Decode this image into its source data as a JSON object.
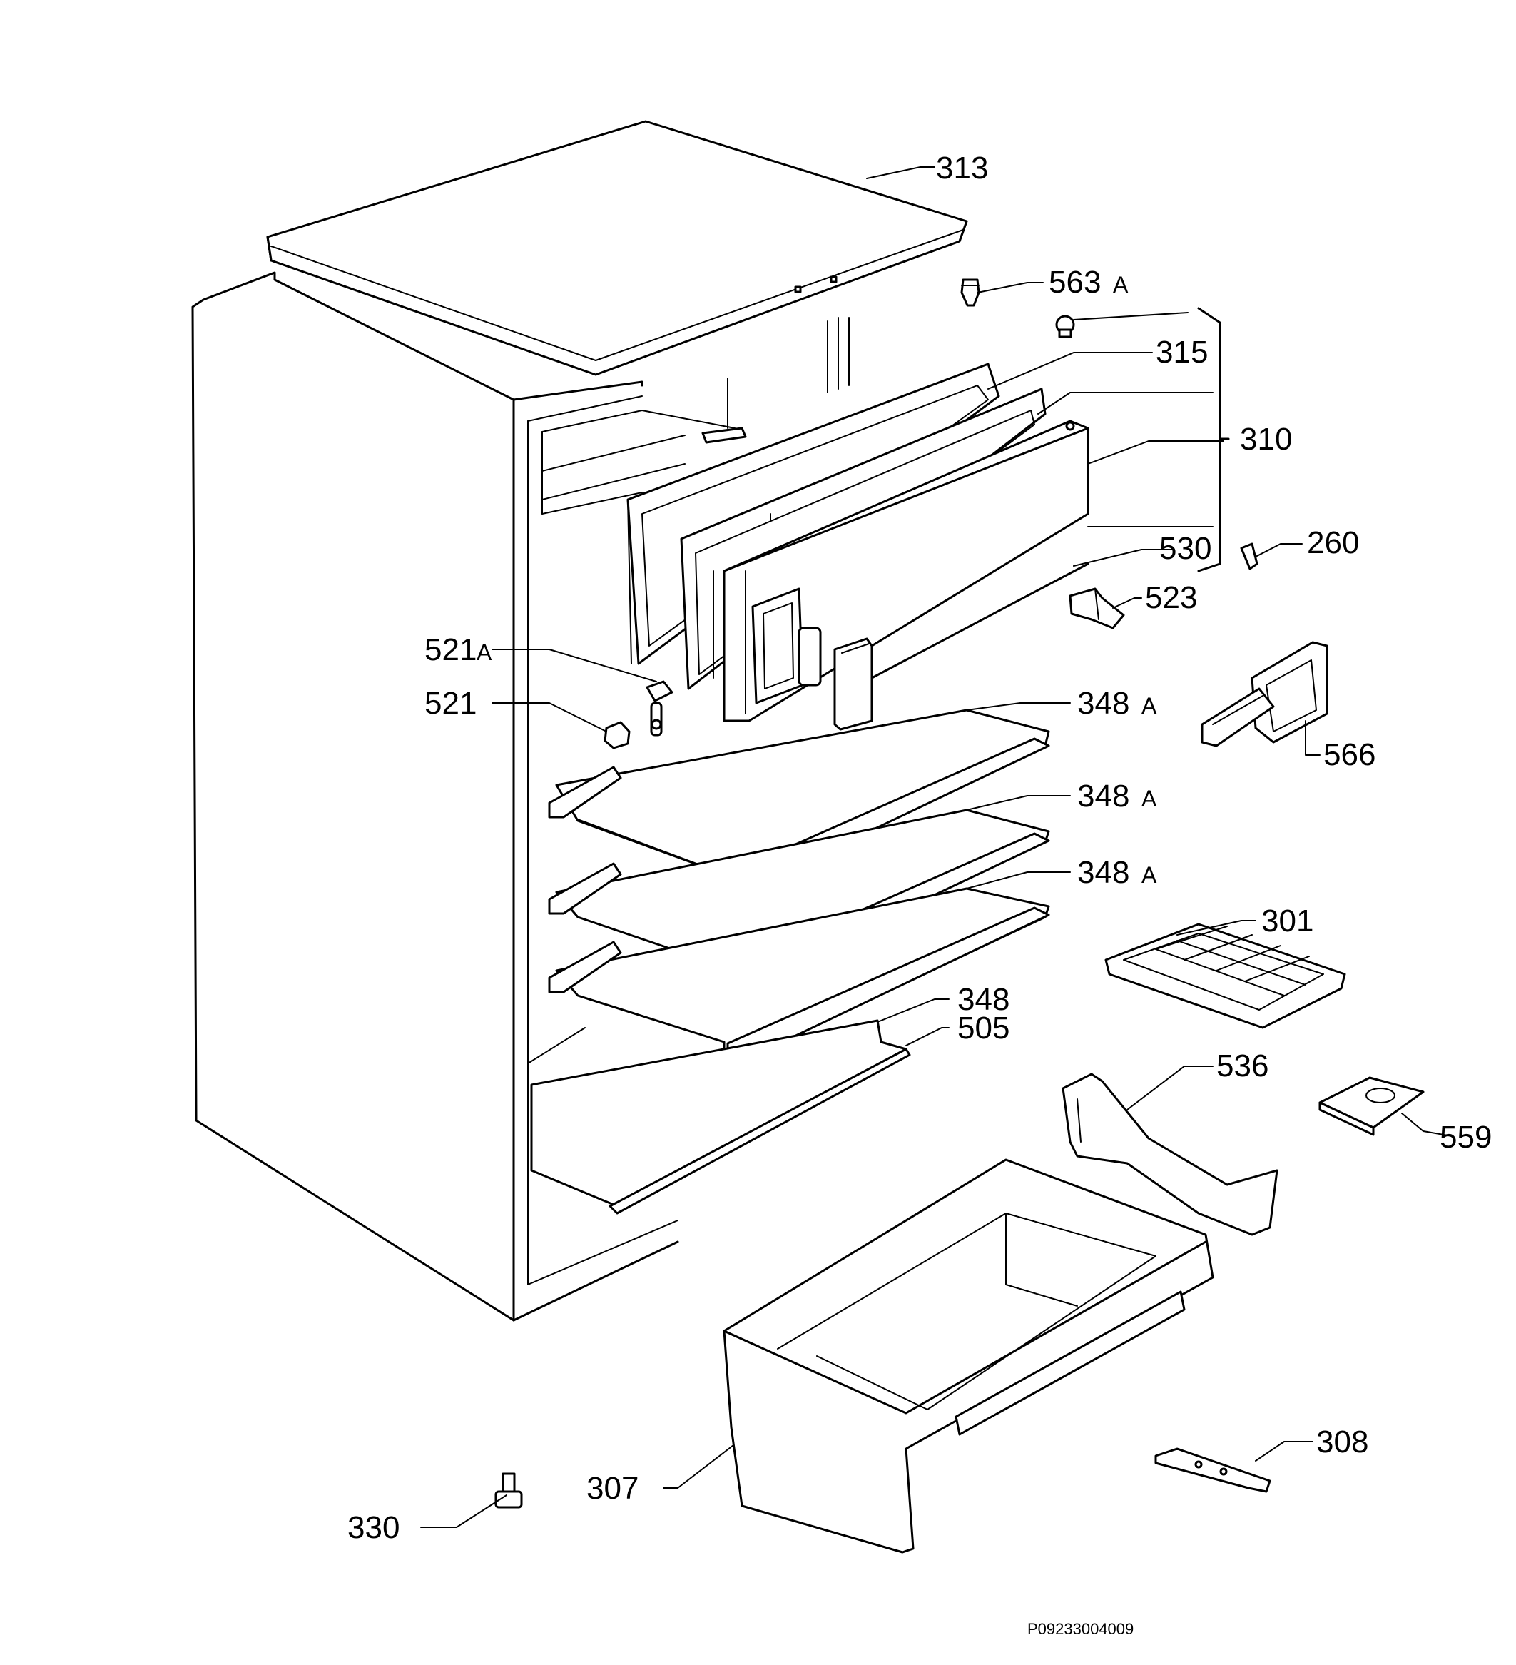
{
  "drawing_code": "P09233004009",
  "labels": {
    "l313": "313",
    "l563a": "563",
    "l563a_suffix": "A",
    "l315": "315",
    "l310": "310",
    "l260": "260",
    "l530": "530",
    "l523": "523",
    "l521a": "521",
    "l521a_suffix": "A",
    "l521": "521",
    "l348a_1": "348",
    "l348a_1_suffix": "A",
    "l566": "566",
    "l348a_2": "348",
    "l348a_2_suffix": "A",
    "l348a_3": "348",
    "l348a_3_suffix": "A",
    "l301": "301",
    "l348": "348",
    "l505": "505",
    "l536": "536",
    "l559": "559",
    "l308": "308",
    "l307": "307",
    "l330": "330"
  }
}
